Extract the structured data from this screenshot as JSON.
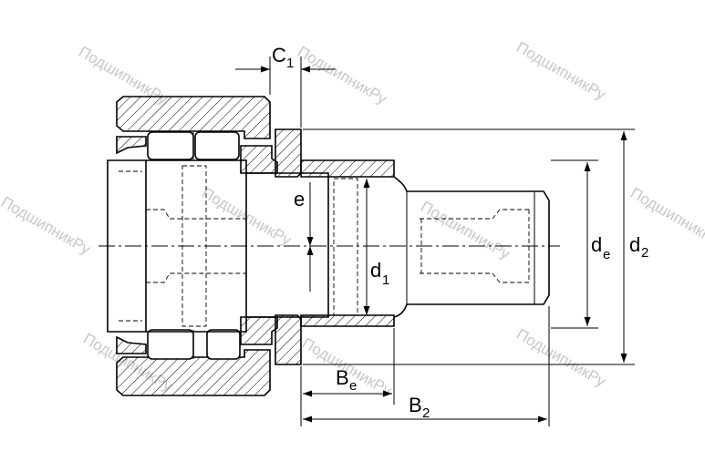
{
  "watermark": "ПодшипникРу",
  "labels": {
    "c1": {
      "main": "C",
      "sub": "1"
    },
    "e": {
      "main": "e"
    },
    "d1": {
      "main": "d",
      "sub": "1"
    },
    "de": {
      "main": "d",
      "sub": "e"
    },
    "d2": {
      "main": "d",
      "sub": "2"
    },
    "be": {
      "main": "B",
      "sub": "e"
    },
    "b2": {
      "main": "B",
      "sub": "2"
    }
  }
}
